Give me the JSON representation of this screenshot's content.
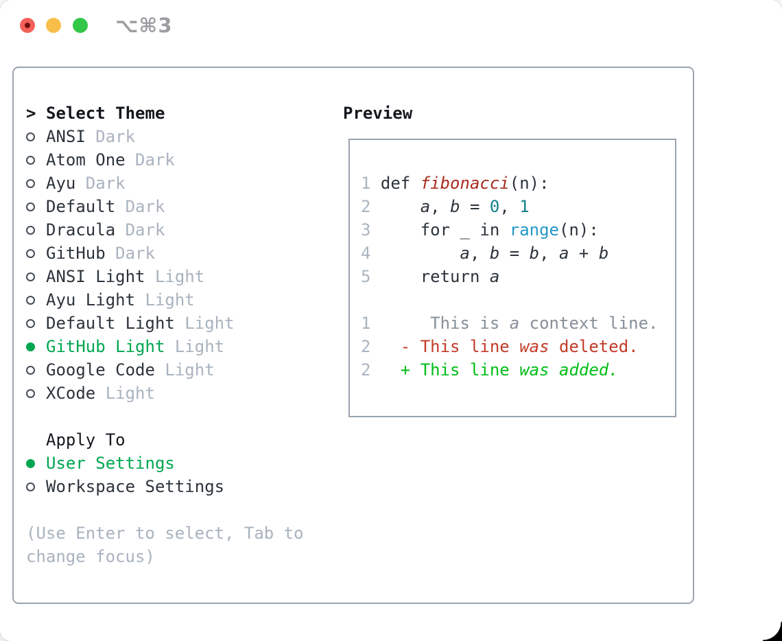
{
  "window": {
    "shortcut": "⌥⌘3",
    "traffic_lights": {
      "close_color": "#f2605a",
      "minimize_color": "#f7bf4a",
      "zoom_color": "#33c748"
    }
  },
  "theme_picker": {
    "title_marker": ">",
    "title": "Select Theme",
    "items": [
      {
        "name": "ANSI",
        "variant": "Dark",
        "selected": false
      },
      {
        "name": "Atom One",
        "variant": "Dark",
        "selected": false
      },
      {
        "name": "Ayu",
        "variant": "Dark",
        "selected": false
      },
      {
        "name": "Default",
        "variant": "Dark",
        "selected": false
      },
      {
        "name": "Dracula",
        "variant": "Dark",
        "selected": false
      },
      {
        "name": "GitHub",
        "variant": "Dark",
        "selected": false
      },
      {
        "name": "ANSI Light",
        "variant": "Light",
        "selected": false
      },
      {
        "name": "Ayu Light",
        "variant": "Light",
        "selected": false
      },
      {
        "name": "Default Light",
        "variant": "Light",
        "selected": false
      },
      {
        "name": "GitHub Light",
        "variant": "Light",
        "selected": true
      },
      {
        "name": "Google Code",
        "variant": "Light",
        "selected": false
      },
      {
        "name": "XCode",
        "variant": "Light",
        "selected": false
      }
    ],
    "apply_to": {
      "title": "Apply To",
      "options": [
        {
          "label": "User Settings",
          "selected": true
        },
        {
          "label": "Workspace Settings",
          "selected": false
        }
      ]
    },
    "hint_line1": "(Use Enter to select, Tab to",
    "hint_line2": "change focus)"
  },
  "preview": {
    "title": "Preview",
    "lines": [
      {
        "num": "1",
        "tokens": [
          {
            "t": " def ",
            "s": "code"
          },
          {
            "t": "fibonacci",
            "s": "func"
          },
          {
            "t": "(n):",
            "s": "code"
          }
        ]
      },
      {
        "num": "2",
        "tokens": [
          {
            "t": "     ",
            "s": "code"
          },
          {
            "t": "a",
            "s": "var"
          },
          {
            "t": ", ",
            "s": "code"
          },
          {
            "t": "b",
            "s": "var"
          },
          {
            "t": " = ",
            "s": "code"
          },
          {
            "t": "0",
            "s": "lit"
          },
          {
            "t": ", ",
            "s": "code"
          },
          {
            "t": "1",
            "s": "lit"
          }
        ]
      },
      {
        "num": "3",
        "tokens": [
          {
            "t": "     for _ in ",
            "s": "code"
          },
          {
            "t": "range",
            "s": "call"
          },
          {
            "t": "(n):",
            "s": "code"
          }
        ]
      },
      {
        "num": "4",
        "tokens": [
          {
            "t": "         ",
            "s": "code"
          },
          {
            "t": "a",
            "s": "var"
          },
          {
            "t": ", ",
            "s": "code"
          },
          {
            "t": "b",
            "s": "var"
          },
          {
            "t": " = ",
            "s": "code"
          },
          {
            "t": "b",
            "s": "var"
          },
          {
            "t": ", ",
            "s": "code"
          },
          {
            "t": "a",
            "s": "var"
          },
          {
            "t": " + ",
            "s": "code"
          },
          {
            "t": "b",
            "s": "var"
          }
        ]
      },
      {
        "num": "5",
        "tokens": [
          {
            "t": "     return ",
            "s": "code"
          },
          {
            "t": "a",
            "s": "var"
          }
        ]
      },
      {
        "num": "",
        "tokens": []
      },
      {
        "num": "1",
        "tokens": [
          {
            "t": "      This is ",
            "s": "ctx"
          },
          {
            "t": "a",
            "s": "ctx-i"
          },
          {
            "t": " context line.",
            "s": "ctx"
          }
        ]
      },
      {
        "num": "2",
        "tokens": [
          {
            "t": "   - This line ",
            "s": "del"
          },
          {
            "t": "was",
            "s": "del-i"
          },
          {
            "t": " deleted.",
            "s": "del"
          }
        ]
      },
      {
        "num": "2",
        "tokens": [
          {
            "t": "   + This line ",
            "s": "add"
          },
          {
            "t": "was added.",
            "s": "add-i"
          }
        ]
      }
    ]
  },
  "colors": {
    "panel_border": "#9aa4af",
    "selected_green": "#00a651",
    "theme_name": "#2c333b",
    "variant_muted": "#a9b3bf",
    "line_number": "#a9b4c0",
    "function_red": "#a92b1e",
    "literal_teal": "#16808a",
    "builtin_blue": "#2497c7",
    "context_gray": "#868f99",
    "deleted_red": "#c23b28",
    "added_green": "#00bd17"
  }
}
